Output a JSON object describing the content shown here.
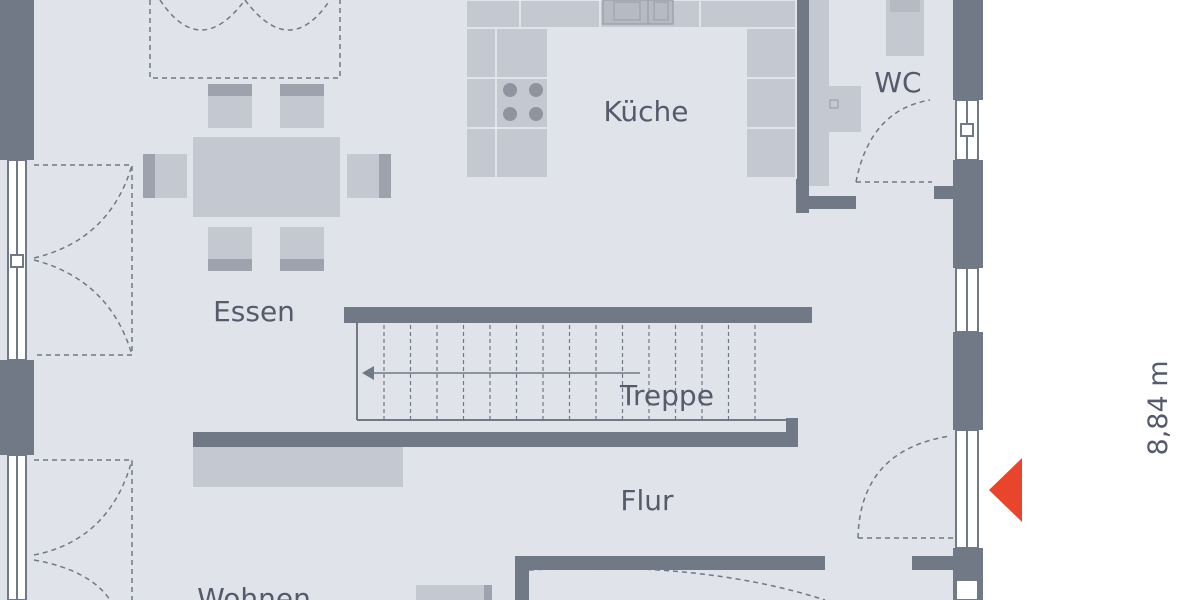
{
  "colors": {
    "floor": "#e1e3ea",
    "wall": "#717886",
    "furniture": "#c4c8d0",
    "furniture_dark": "#9da2ad",
    "label": "#555b6b",
    "entrance_marker": "#e8452c"
  },
  "rooms": {
    "kueche": "Küche",
    "wc": "WC",
    "essen": "Essen",
    "treppe": "Treppe",
    "flur": "Flur",
    "wohnen": "Wohnen"
  },
  "dimension": {
    "depth": "8,84 m"
  },
  "icons": {
    "entrance": "entrance-arrow-icon",
    "stair_direction": "stair-arrow-icon"
  }
}
